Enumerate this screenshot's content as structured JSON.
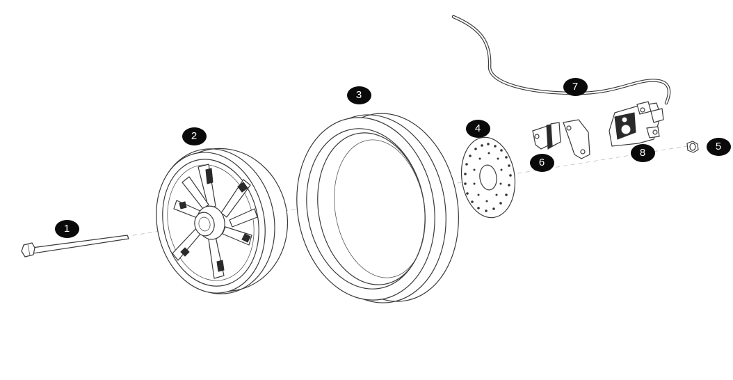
{
  "callouts": [
    {
      "id": "1",
      "label": "1",
      "part": "axle-bolt"
    },
    {
      "id": "2",
      "label": "2",
      "part": "wheel-rim"
    },
    {
      "id": "3",
      "label": "3",
      "part": "tire"
    },
    {
      "id": "4",
      "label": "4",
      "part": "brake-disc"
    },
    {
      "id": "5",
      "label": "5",
      "part": "axle-nut"
    },
    {
      "id": "6",
      "label": "6",
      "part": "brake-pads"
    },
    {
      "id": "7",
      "label": "7",
      "part": "brake-line"
    },
    {
      "id": "8",
      "label": "8",
      "part": "brake-caliper"
    }
  ],
  "colors": {
    "callout_fill": "#0a0a0a",
    "callout_text": "#ffffff",
    "line": "#3a3a3a",
    "background": "#ffffff"
  }
}
